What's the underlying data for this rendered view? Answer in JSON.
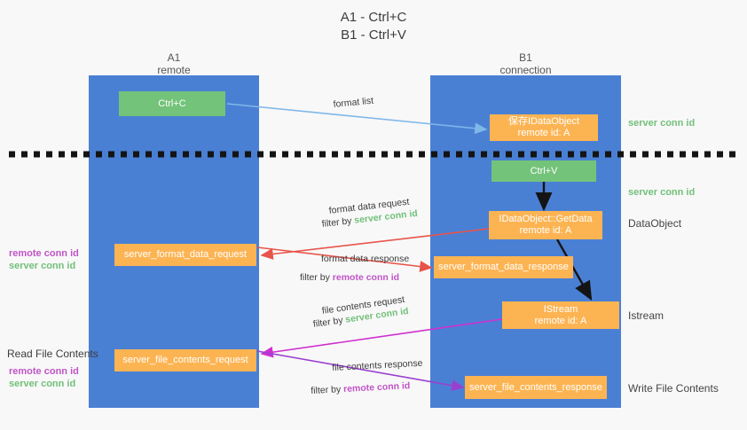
{
  "title": {
    "line1": "A1 - Ctrl+C",
    "line2": "B1 - Ctrl+V"
  },
  "lanes": [
    {
      "name": "A1",
      "sub": "remote"
    },
    {
      "name": "B1",
      "sub": "connection"
    }
  ],
  "boxes": {
    "ctrl_c": {
      "line1": "Ctrl+C",
      "line2": "",
      "color": "#74c37a"
    },
    "ctrl_v": {
      "line1": "Ctrl+V",
      "line2": "",
      "color": "#74c37a"
    },
    "idataobject_saved": {
      "line1": "保存IDataObject",
      "line2": "remote id: A",
      "color": "#fcb453"
    },
    "idataobject_getdata": {
      "line1": "IDataObject::GetData",
      "line2": "remote id: A",
      "color": "#fcb453"
    },
    "istream": {
      "line1": "IStream",
      "line2": "remote id: A",
      "color": "#fcb453"
    },
    "server_format_data_request": {
      "line1": "server_format_data_request",
      "line2": "",
      "color": "#fcb453"
    },
    "server_format_data_response": {
      "line1": "server_format_data_response",
      "line2": "",
      "color": "#fcb453"
    },
    "server_file_contents_request": {
      "line1": "server_file_contents_request",
      "line2": "",
      "color": "#fcb453"
    },
    "server_file_contents_response": {
      "line1": "server_file_contents_response",
      "line2": "",
      "color": "#fcb453"
    }
  },
  "edges": {
    "format_list": {
      "caption": "format list",
      "filter_prefix": "",
      "filter_key": ""
    },
    "format_data_request": {
      "caption": "format data request",
      "filter_prefix": "filter by ",
      "filter_key": "server conn id"
    },
    "format_data_response": {
      "caption": "format data response",
      "filter_prefix": "filter by ",
      "filter_key": "remote conn id"
    },
    "file_contents_request": {
      "caption": "file contents request",
      "filter_prefix": "filter by ",
      "filter_key": "server conn id"
    },
    "file_contents_response": {
      "caption": "file contents response",
      "filter_prefix": "filter by ",
      "filter_key": "remote conn id"
    }
  },
  "right_labels": {
    "server_conn_id_top": "server conn id",
    "server_conn_id_mid": "server conn id",
    "dataobject": "DataObject",
    "istream": "Istream",
    "write_file_contents": "Write File Contents"
  },
  "left_labels": {
    "remote_conn_id_1": "remote conn id",
    "server_conn_id_1": "server conn id",
    "read_file_contents": "Read File Contents",
    "remote_conn_id_2": "remote conn id",
    "server_conn_id_2": "server conn id"
  },
  "colors": {
    "lane": "#4a80d4",
    "green_box": "#74c37a",
    "orange_box": "#fcb453",
    "green_text": "#72c07a",
    "purple_text": "#c054c7",
    "arrow_blue": "#7fb7e8",
    "arrow_red": "#e8544a",
    "arrow_magenta": "#d02fd0",
    "arrow_purple": "#9b3fd0",
    "arrow_black": "#141414",
    "background": "#f8f8f8"
  }
}
